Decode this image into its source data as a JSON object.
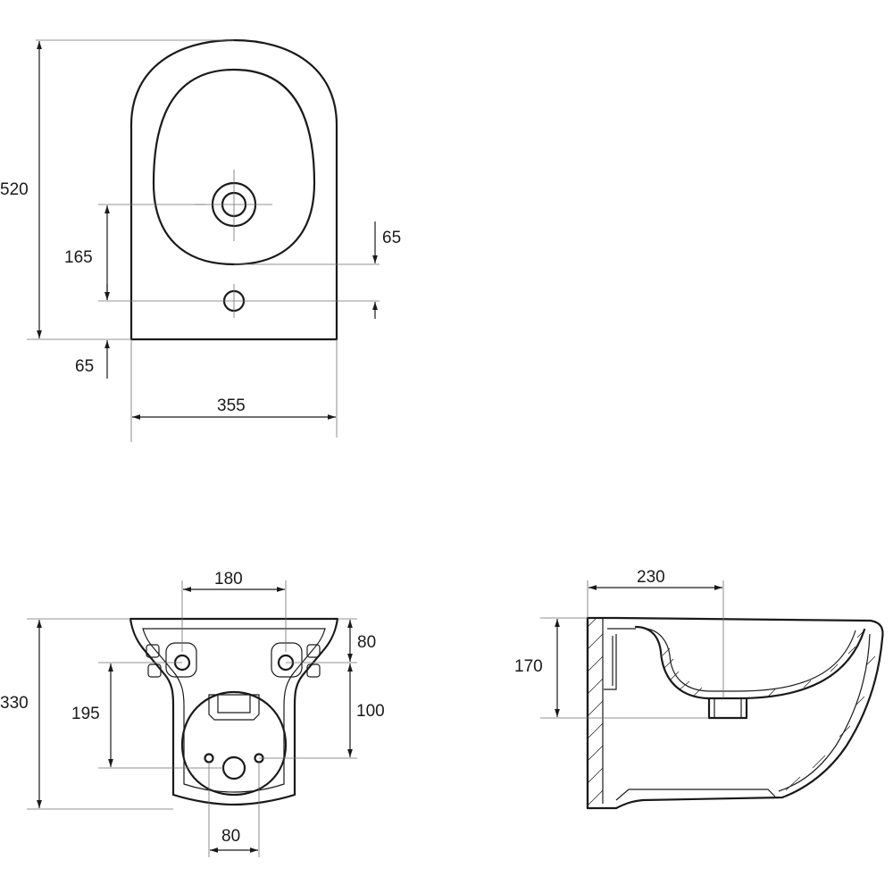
{
  "top_view": {
    "overall_length": "520",
    "drain_to_hole": "165",
    "rim_to_hole": "65",
    "hole_to_back": "65",
    "overall_width": "355"
  },
  "rear_view": {
    "bolt_spacing": "180",
    "bolt_height": "80",
    "overall_height": "330",
    "inlet_height": "195",
    "pipe_height": "100",
    "pipe_spacing": "80"
  },
  "side_view": {
    "depth": "230",
    "height": "170"
  }
}
